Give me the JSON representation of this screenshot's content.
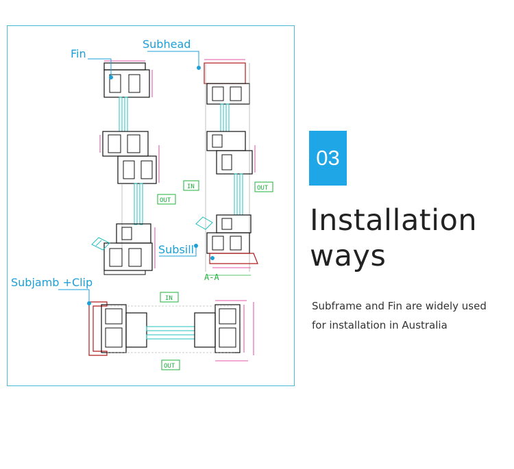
{
  "drawing": {
    "labels": {
      "fin": "Fin",
      "subhead": "Subhead",
      "subsill": "Subsill",
      "subjamb": "Subjamb +Clip",
      "section": "A-A"
    },
    "tags": {
      "in": "IN",
      "out": "OUT"
    },
    "colors": {
      "frame": "#4bb8d6",
      "callout": "#1a9fd8",
      "tag": "#1db23a",
      "profile": "#111111",
      "glass": "#20c0c0",
      "dimension": "#d81e8c",
      "subframe": "#b11a1a"
    }
  },
  "info": {
    "number": "03",
    "heading_line1": "Installation",
    "heading_line2": "ways",
    "description_line1": "Subframe and Fin are widely used",
    "description_line2": "for installation in Australia",
    "accent_color": "#1ea6e6"
  }
}
